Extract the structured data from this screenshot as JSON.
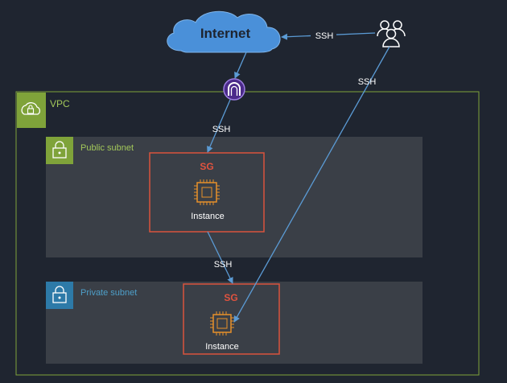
{
  "diagram": {
    "internet_label": "Internet",
    "vpc_label": "VPC",
    "public_subnet_label": "Public subnet",
    "private_subnet_label": "Private subnet",
    "public_sg_label": "SG",
    "private_sg_label": "SG",
    "public_instance_label": "Instance",
    "private_instance_label": "Instance",
    "edges": {
      "users_to_internet": "SSH",
      "users_to_private": "SSH",
      "gateway_to_public": "SSH",
      "public_to_private": "SSH"
    }
  },
  "colors": {
    "background": "#1f2530",
    "vpc_border": "#7fa33a",
    "subnet_fill": "#3a3f47",
    "sg_border": "#d9533d",
    "arrow": "#5b9bd5",
    "chip": "#e8902a",
    "cloud": "#4a90d9"
  },
  "icons": [
    "cloud-icon",
    "users-icon",
    "internet-gateway-icon",
    "vpc-lock-icon",
    "public-subnet-lock-icon",
    "private-subnet-lock-icon",
    "ec2-chip-icon"
  ]
}
